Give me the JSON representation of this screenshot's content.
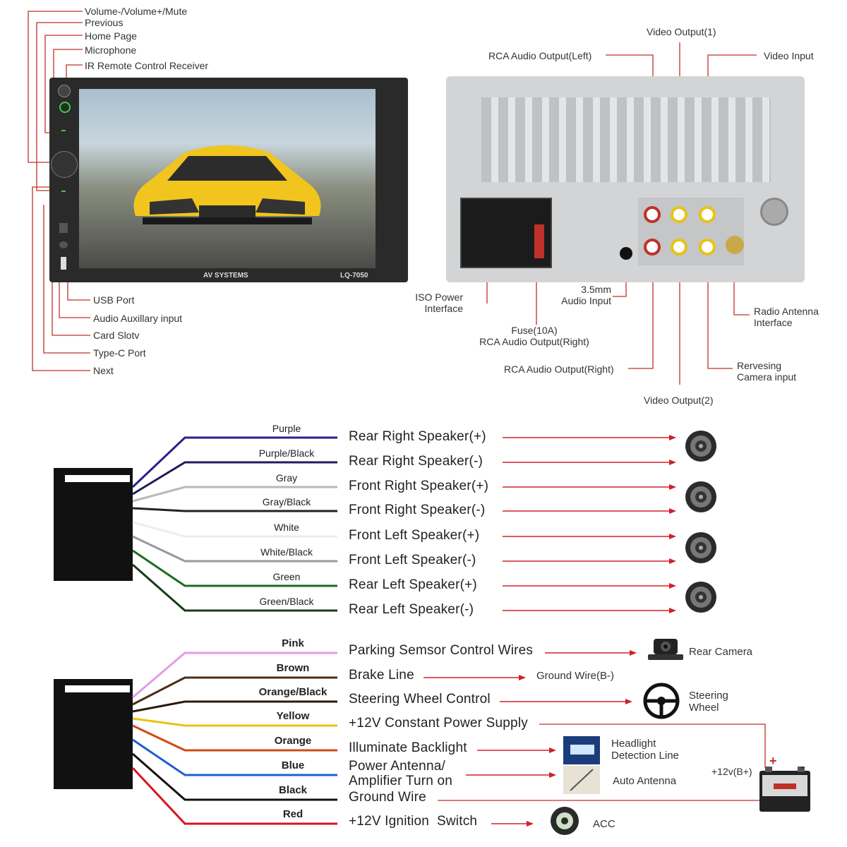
{
  "front_panel": {
    "callouts_top": [
      "Volume-/Volume+/Mute",
      "Previous",
      "Home Page",
      "Microphone",
      "IR Remote Control Receiver"
    ],
    "callouts_bottom": [
      "USB Port",
      "Audio Auxillary input",
      "Card Slotv",
      "Type-C Port",
      "Next"
    ],
    "brand_left": "AV SYSTEMS",
    "brand_right": "LQ-7050"
  },
  "rear_panel": {
    "video_output_1": "Video Output(1)",
    "rca_audio_output_left": "RCA Audio Output(Left)",
    "video_input": "Video Input",
    "iso_power_interface": "ISO Power\nInterface",
    "audio_input_35": "3.5mm\nAudio Input",
    "fuse": "Fuse(10A)\nRCA Audio Output(Right)",
    "radio_antenna_interface": "Radio Antenna\nInterface",
    "rca_audio_output_right": "RCA  Audio Output(Right)",
    "reversing_camera_input": "Rervesing\nCamera input",
    "video_output_2": "Video Output(2)"
  },
  "speaker_wires": [
    {
      "color_name": "Purple",
      "function": "Rear Right Speaker(+)",
      "color": "#2a1f8f"
    },
    {
      "color_name": "Purple/Black",
      "function": "Rear Right Speaker(-)",
      "color": "#1d1c5e"
    },
    {
      "color_name": "Gray",
      "function": "Front Right Speaker(+)",
      "color": "#b8b8b8"
    },
    {
      "color_name": "Gray/Black",
      "function": "Front Right Speaker(-)",
      "color": "#222222"
    },
    {
      "color_name": "White",
      "function": "Front Left Speaker(+)",
      "color": "#eeeeee"
    },
    {
      "color_name": "White/Black",
      "function": "Front Left Speaker(-)",
      "color": "#999999"
    },
    {
      "color_name": "Green",
      "function": "Rear Left Speaker(+)",
      "color": "#1f6b1f"
    },
    {
      "color_name": "Green/Black",
      "function": "Rear Left Speaker(-)",
      "color": "#173a17"
    }
  ],
  "power_wires": [
    {
      "color_name": "Pink",
      "function": "Parking Semsor Control Wires",
      "color": "#e39be6"
    },
    {
      "color_name": "Brown",
      "function": "Brake Line",
      "color": "#4a2d1a"
    },
    {
      "color_name": "Orange/Black",
      "function": "Steering Wheel Control",
      "color": "#2a1a10"
    },
    {
      "color_name": "Yellow",
      "function": "+12V Constant Power Supply",
      "color": "#e6c416"
    },
    {
      "color_name": "Orange",
      "function": "Illuminate Backlight",
      "color": "#d04a12"
    },
    {
      "color_name": "Blue",
      "function": "Power Antenna/\nAmplifier Turn on",
      "color": "#1c5fd0"
    },
    {
      "color_name": "Black",
      "function": "Ground Wire",
      "color": "#111111"
    },
    {
      "color_name": "Red",
      "function": "+12V Ignition  Switch",
      "color": "#d8141e"
    }
  ],
  "destinations": {
    "rear_camera": "Rear Camera",
    "ground_wire": "Ground Wire(B-)",
    "steering_wheel": "Steering\nWheel",
    "headlight": "Headlight\nDetection Line",
    "auto_antenna": "Auto Antenna",
    "battery_label": "+12v(B+)",
    "battery_plus": "+",
    "battery_minus": "-",
    "acc": "ACC"
  },
  "colors": {
    "callout_line": "#c0302a",
    "arrow": "#d0202a"
  }
}
